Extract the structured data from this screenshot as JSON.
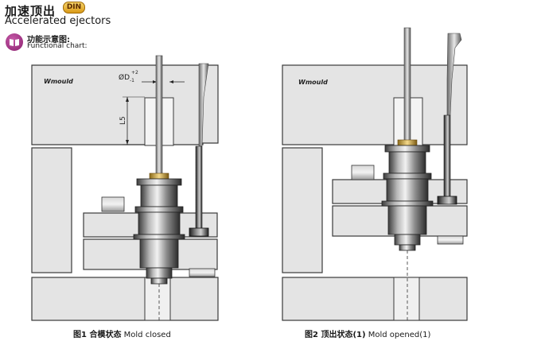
{
  "header": {
    "title_cn": "加速顶出",
    "badge": "DIN",
    "title_en": "Accelerated ejectors",
    "func_cn": "功能示意图:",
    "func_en": "Functional chart:"
  },
  "icons": {
    "section": "pink-round-book-icon"
  },
  "colors": {
    "plate_fill": "#e4e4e4",
    "outline": "#3a3a3a",
    "brass": "#c9a24a",
    "badge": "#e3b338"
  },
  "figure1": {
    "brand": "Wmould",
    "dim_diameter": "ØD",
    "dim_diameter_sub": "-1",
    "dim_diameter_sup": "+2",
    "dim_length": "L5",
    "caption_cn": "图1  合模状态",
    "caption_en": "Mold closed"
  },
  "figure2": {
    "brand": "Wmould",
    "caption_cn": "图2  顶出状态(1)",
    "caption_en": "Mold opened(1)"
  }
}
